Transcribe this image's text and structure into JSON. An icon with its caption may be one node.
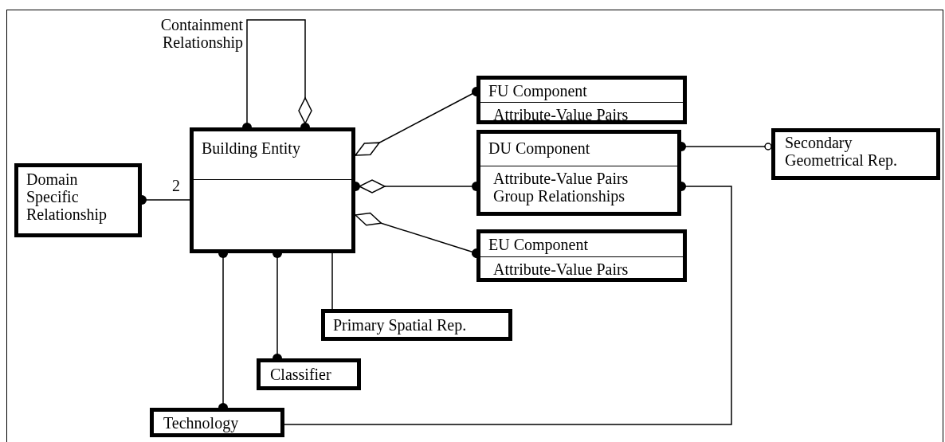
{
  "diagram": {
    "nodes": [
      {
        "text": [
          "Building Entity"
        ]
      },
      {
        "text": [
          "Domain Specific Relationship"
        ]
      },
      {
        "text": [
          "FU Component",
          "Attribute-Value Pairs"
        ]
      },
      {
        "text": [
          "DU Component",
          "Attribute-Value Pairs",
          "Group Relationships"
        ]
      },
      {
        "text": [
          "Secondary Geometrical Rep."
        ]
      },
      {
        "text": [
          "EU Component",
          "Attribute-Value Pairs"
        ]
      },
      {
        "text": [
          "Primary Spatial Rep."
        ]
      },
      {
        "text": [
          "Classifier"
        ]
      },
      {
        "text": [
          "Technology"
        ]
      }
    ],
    "edges": [
      {
        "from": 0,
        "to": 0,
        "arrow": "other",
        "label": "Containment Relationship"
      },
      {
        "from": 0,
        "to": 1,
        "arrow": "other",
        "label": "2"
      },
      {
        "from": 0,
        "to": 2,
        "arrow": "other"
      },
      {
        "from": 0,
        "to": 3,
        "arrow": "other"
      },
      {
        "from": 0,
        "to": 5,
        "arrow": "other"
      },
      {
        "from": 3,
        "to": 4,
        "arrow": "other"
      },
      {
        "from": 3,
        "to": 8,
        "arrow": "other"
      },
      {
        "from": 0,
        "to": 6,
        "arrow": "none"
      },
      {
        "from": 0,
        "to": 7,
        "arrow": "other"
      },
      {
        "from": 0,
        "to": 8,
        "arrow": "other"
      }
    ]
  }
}
